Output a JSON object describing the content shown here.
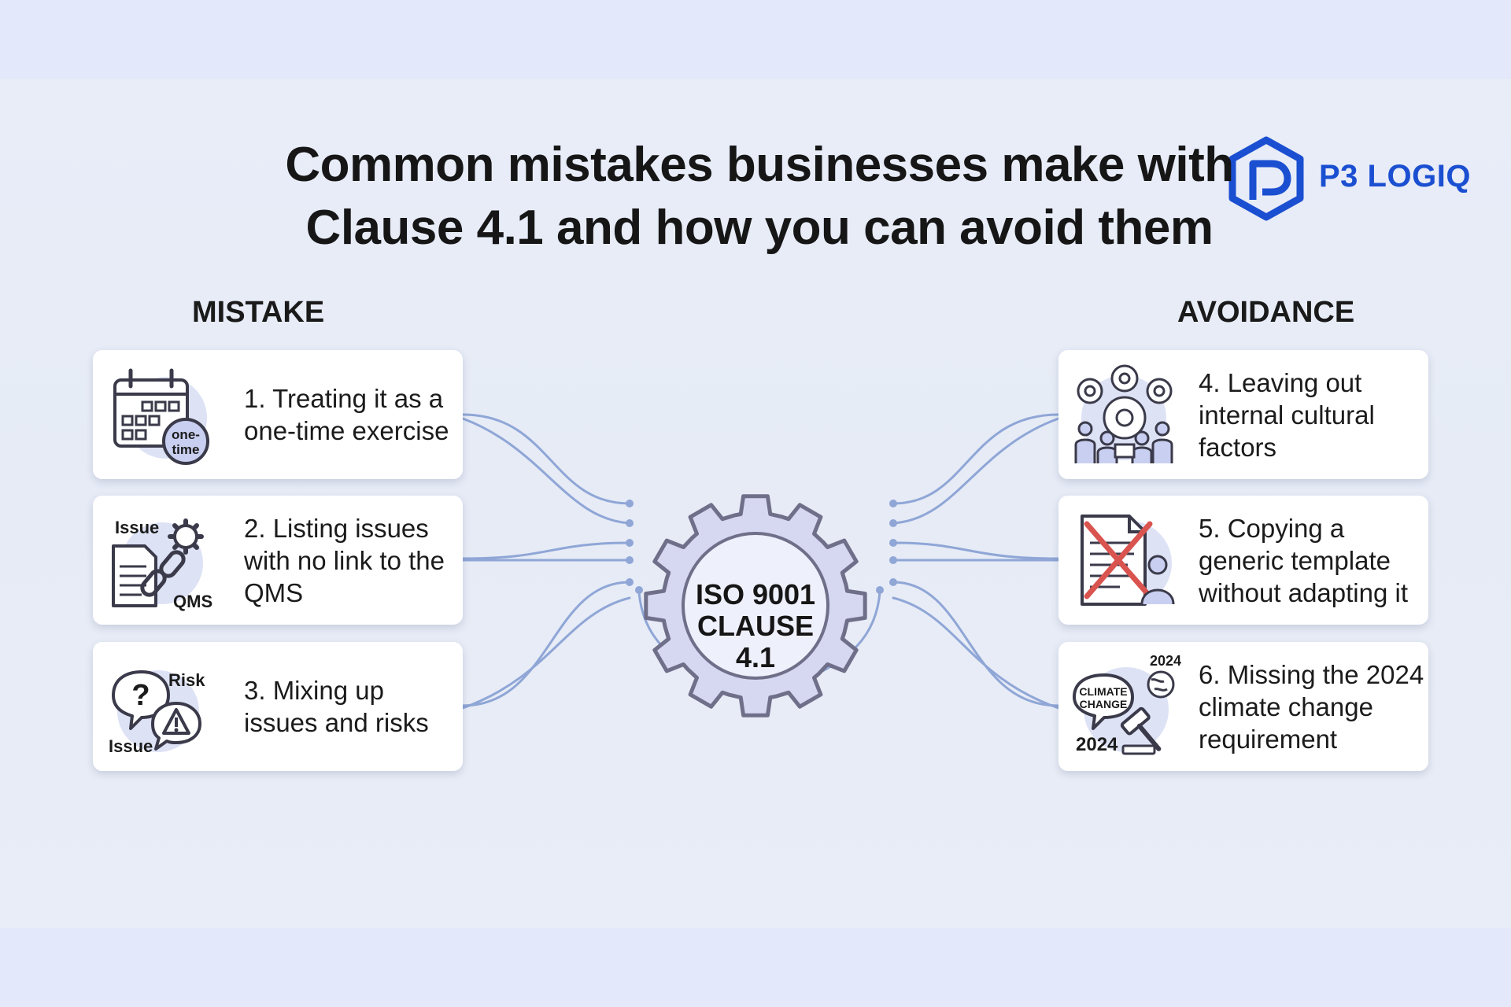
{
  "brand": {
    "name": "P3 LOGIQ",
    "color": "#1b4fd1"
  },
  "title": {
    "line1": "Common mistakes businesses make with",
    "line2": "Clause 4.1 and how you can avoid them"
  },
  "columns": {
    "left": "MISTAKE",
    "right": "AVOIDANCE"
  },
  "hub": {
    "line1": "ISO 9001",
    "line2": "CLAUSE 4.1",
    "gear_color": "#d6d8f2",
    "gear_outline": "#6f6f8a"
  },
  "mistakes": [
    {
      "text": "1. Treating it as a one-time exercise",
      "icon": "calendar-icon",
      "badge_line1": "one-",
      "badge_line2": "time"
    },
    {
      "text": "2. Listing issues with no link to the QMS",
      "icon": "broken-link-icon",
      "label_top": "Issue",
      "label_bottom": "QMS"
    },
    {
      "text": "3. Mixing up issues and risks",
      "icon": "speech-bubbles-icon",
      "label_top": "Risk",
      "label_bottom": "Issue"
    }
  ],
  "avoidance": [
    {
      "text": "4. Leaving out internal cultural factors",
      "icon": "team-gears-icon"
    },
    {
      "text": "5. Copying a generic template without adapting it",
      "icon": "crossed-template-icon"
    },
    {
      "text": "6. Missing the 2024 climate change requirement",
      "icon": "climate-gavel-icon",
      "bubble_line1": "CLIMATE",
      "bubble_line2": "CHANGE",
      "year_top": "2024",
      "year_bottom": "2024"
    }
  ],
  "colors": {
    "connector": "#8fa6d6",
    "icon_stroke": "#3a3a4a",
    "icon_fill": "#dde2f5",
    "cross": "#d9534f"
  }
}
